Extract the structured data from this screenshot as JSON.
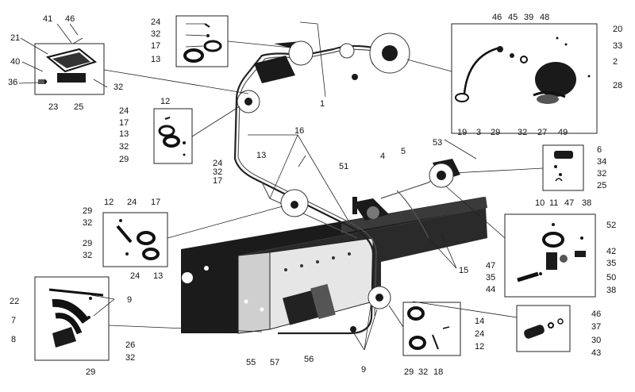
{
  "diagram": {
    "callouts": [
      {
        "id": "c41",
        "text": "41"
      },
      {
        "id": "c46a",
        "text": "46"
      },
      {
        "id": "c21",
        "text": "21"
      },
      {
        "id": "c40",
        "text": "40"
      },
      {
        "id": "c36",
        "text": "36"
      },
      {
        "id": "c23",
        "text": "23"
      },
      {
        "id": "c25a",
        "text": "25"
      },
      {
        "id": "c32a",
        "text": "32"
      },
      {
        "id": "c24a",
        "text": "24"
      },
      {
        "id": "c32b",
        "text": "32"
      },
      {
        "id": "c17a",
        "text": "17"
      },
      {
        "id": "c13a",
        "text": "13"
      },
      {
        "id": "c46b",
        "text": "46"
      },
      {
        "id": "c45",
        "text": "45"
      },
      {
        "id": "c39",
        "text": "39"
      },
      {
        "id": "c48",
        "text": "48"
      },
      {
        "id": "c20",
        "text": "20"
      },
      {
        "id": "c33",
        "text": "33"
      },
      {
        "id": "c2",
        "text": "2"
      },
      {
        "id": "c28",
        "text": "28"
      },
      {
        "id": "c19",
        "text": "19"
      },
      {
        "id": "c3",
        "text": "3"
      },
      {
        "id": "c29a",
        "text": "29"
      },
      {
        "id": "c32c",
        "text": "32"
      },
      {
        "id": "c27",
        "text": "27"
      },
      {
        "id": "c49",
        "text": "49"
      },
      {
        "id": "c1",
        "text": "1"
      },
      {
        "id": "c12a",
        "text": "12"
      },
      {
        "id": "c24b",
        "text": "24"
      },
      {
        "id": "c17b",
        "text": "17"
      },
      {
        "id": "c13b",
        "text": "13"
      },
      {
        "id": "c32d",
        "text": "32"
      },
      {
        "id": "c29b",
        "text": "29"
      },
      {
        "id": "c16",
        "text": "16"
      },
      {
        "id": "c13c",
        "text": "13"
      },
      {
        "id": "c24c",
        "text": "24"
      },
      {
        "id": "c32e",
        "text": "32"
      },
      {
        "id": "c17c",
        "text": "17"
      },
      {
        "id": "c53",
        "text": "53"
      },
      {
        "id": "c4",
        "text": "4"
      },
      {
        "id": "c5",
        "text": "5"
      },
      {
        "id": "c51",
        "text": "51"
      },
      {
        "id": "c6",
        "text": "6"
      },
      {
        "id": "c34",
        "text": "34"
      },
      {
        "id": "c32f",
        "text": "32"
      },
      {
        "id": "c25b",
        "text": "25"
      },
      {
        "id": "c12b",
        "text": "12"
      },
      {
        "id": "c24d",
        "text": "24"
      },
      {
        "id": "c17d",
        "text": "17"
      },
      {
        "id": "c29c",
        "text": "29"
      },
      {
        "id": "c32g",
        "text": "32"
      },
      {
        "id": "c29d",
        "text": "29"
      },
      {
        "id": "c32h",
        "text": "32"
      },
      {
        "id": "c24e",
        "text": "24"
      },
      {
        "id": "c13d",
        "text": "13"
      },
      {
        "id": "c10",
        "text": "10"
      },
      {
        "id": "c11",
        "text": "11"
      },
      {
        "id": "c47a",
        "text": "47"
      },
      {
        "id": "c38a",
        "text": "38"
      },
      {
        "id": "c52",
        "text": "52"
      },
      {
        "id": "c42",
        "text": "42"
      },
      {
        "id": "c35a",
        "text": "35"
      },
      {
        "id": "c47b",
        "text": "47"
      },
      {
        "id": "c35b",
        "text": "35"
      },
      {
        "id": "c50",
        "text": "50"
      },
      {
        "id": "c44",
        "text": "44"
      },
      {
        "id": "c38b",
        "text": "38"
      },
      {
        "id": "c15",
        "text": "15"
      },
      {
        "id": "c22",
        "text": "22"
      },
      {
        "id": "c9a",
        "text": "9"
      },
      {
        "id": "c7",
        "text": "7"
      },
      {
        "id": "c8",
        "text": "8"
      },
      {
        "id": "c26",
        "text": "26"
      },
      {
        "id": "c32i",
        "text": "32"
      },
      {
        "id": "c29e",
        "text": "29"
      },
      {
        "id": "c14",
        "text": "14"
      },
      {
        "id": "c24f",
        "text": "24"
      },
      {
        "id": "c12c",
        "text": "12"
      },
      {
        "id": "c29f",
        "text": "29"
      },
      {
        "id": "c32j",
        "text": "32"
      },
      {
        "id": "c18",
        "text": "18"
      },
      {
        "id": "c46c",
        "text": "46"
      },
      {
        "id": "c37",
        "text": "37"
      },
      {
        "id": "c30",
        "text": "30"
      },
      {
        "id": "c43",
        "text": "43"
      },
      {
        "id": "c55",
        "text": "55"
      },
      {
        "id": "c57",
        "text": "57"
      },
      {
        "id": "c56",
        "text": "56"
      },
      {
        "id": "c9b",
        "text": "9"
      }
    ]
  }
}
